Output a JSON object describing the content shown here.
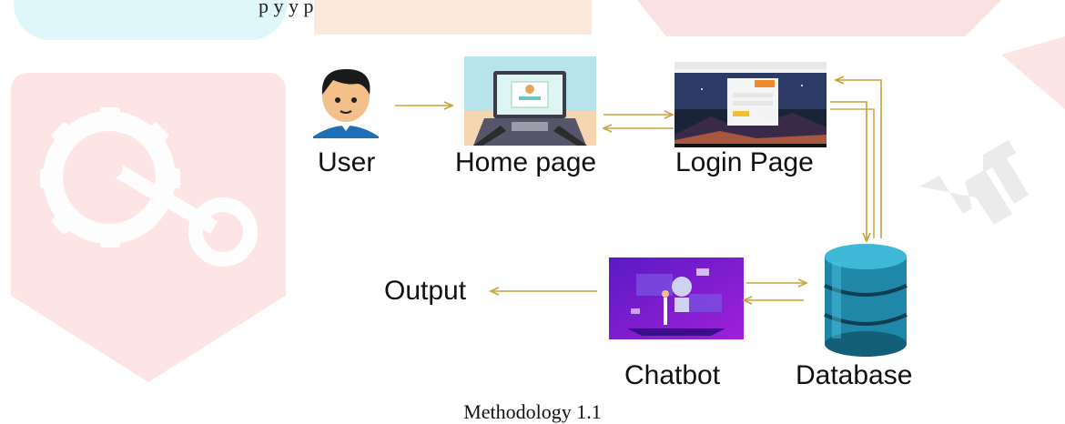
{
  "top_text": "p                     y   y p",
  "nodes": {
    "user": "User",
    "home": "Home page",
    "login": "Login Page",
    "database": "Database",
    "chatbot": "Chatbot",
    "output": "Output"
  },
  "caption": "Methodology 1.1",
  "colors": {
    "arrow": "#c8a23c",
    "watermark_red": "#f9dede",
    "watermark_cyan": "#d9f5fb",
    "watermark_orange": "#fde6d6"
  }
}
